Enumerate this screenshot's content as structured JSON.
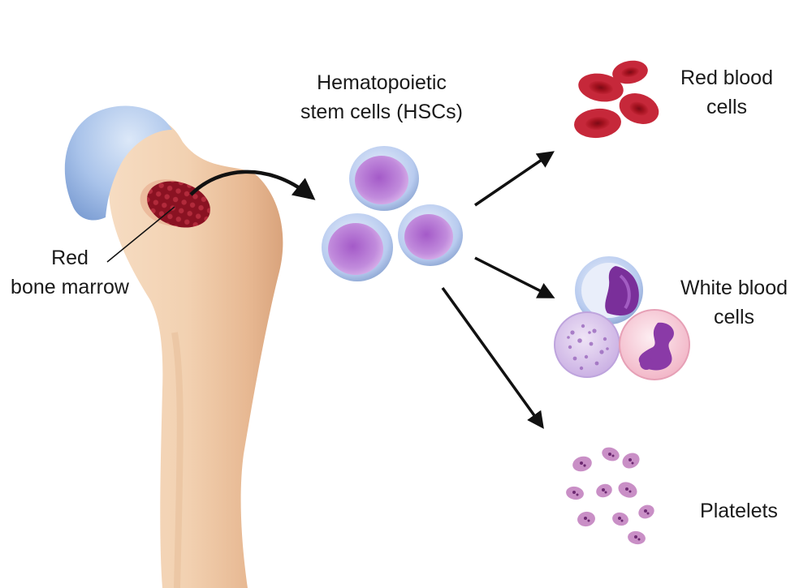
{
  "diagram": {
    "labels": {
      "bone_marrow": {
        "line1": "Red",
        "line2": "bone marrow"
      },
      "hsc": {
        "line1": "Hematopoietic",
        "line2": "stem cells (HSCs)"
      },
      "rbc": {
        "line1": "Red blood",
        "line2": "cells"
      },
      "wbc": {
        "line1": "White blood",
        "line2": "cells"
      },
      "platelets": {
        "line1": "Platelets"
      }
    },
    "colors": {
      "bone": "#efc8a3",
      "cartilage": "#9fbde6",
      "marrow": "#8c1323",
      "red_cell": "#b4182c",
      "hsc_fill": "#c28ad6",
      "platelet": "#c98fc6",
      "arrow": "#111111"
    },
    "icons": [
      "bone-icon",
      "cartilage-cap-icon",
      "red-marrow-icon",
      "stem-cell-icon",
      "red-blood-cell-icon",
      "lymphocyte-icon",
      "basophil-icon",
      "neutrophil-icon",
      "platelet-icon",
      "arrow-icon"
    ]
  }
}
